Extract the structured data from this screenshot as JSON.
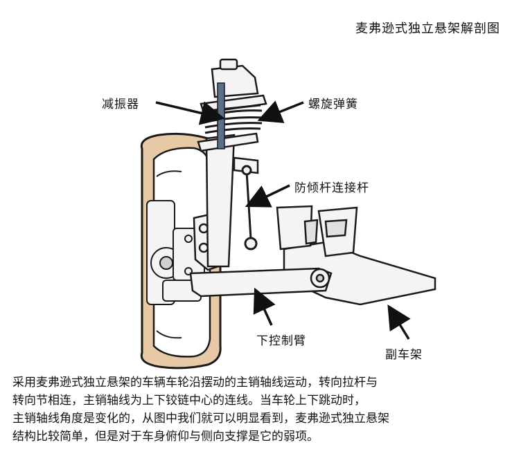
{
  "title": "麦弗逊式独立悬架解剖图",
  "labels": {
    "shock_absorber": "减振器",
    "coil_spring": "螺旋弹簧",
    "stabilizer_link": "防倾杆连接杆",
    "lower_control_arm": "下控制臂",
    "subframe": "副车架"
  },
  "caption": [
    "采用麦弗逊式独立悬架的车辆车轮沿摆动的主销轴线运动，转向拉杆与",
    "转向节相连，主销轴线为上下铰链中心的连线。当车轮上下跳动时，",
    "主销轴线角度是变化的，从图中我们就可以明显看到，麦弗逊式独立悬架",
    "结构比较简单，但是对于车身俯仰与侧向支撑是它的弱项。"
  ],
  "colors": {
    "outline": "#1a1a1a",
    "part_fill": "#f4f4f4",
    "tire_tan": "#e8c9a6",
    "tire_rim": "#ffffff",
    "text": "#111111"
  }
}
